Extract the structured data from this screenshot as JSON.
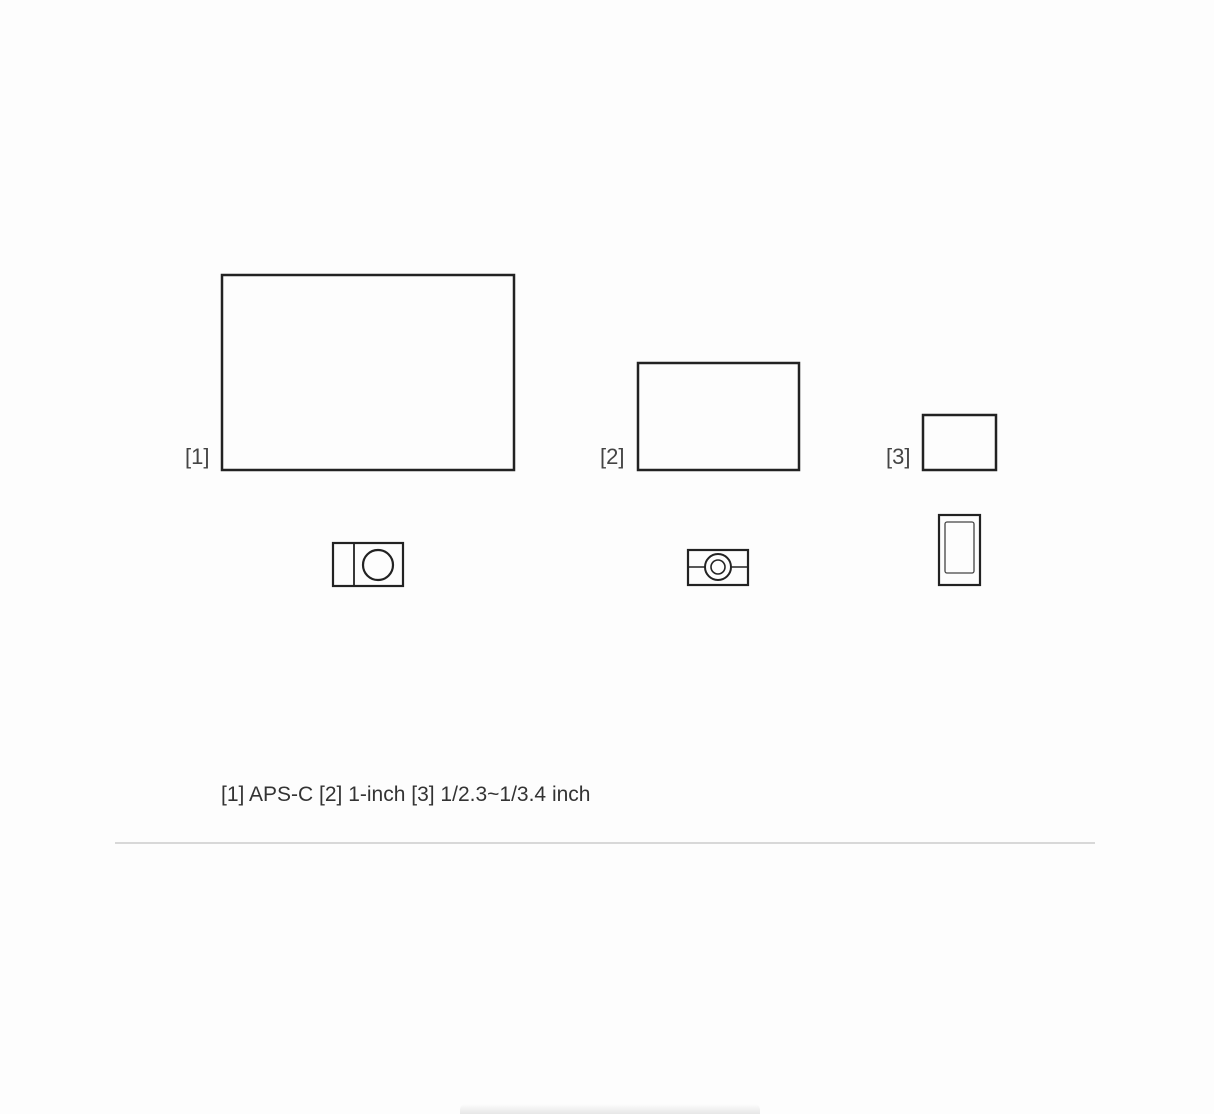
{
  "sensors": [
    {
      "label": "[1]",
      "name": "APS-C",
      "device": "mirrorless-camera-icon"
    },
    {
      "label": "[2]",
      "name": "1-inch",
      "device": "compact-camera-icon"
    },
    {
      "label": "[3]",
      "name": "1/2.3~1/3.4 inch",
      "device": "smartphone-icon"
    }
  ],
  "caption": "[1] APS-C [2] 1-inch [3] 1/2.3~1/3.4 inch",
  "colors": {
    "stroke": "#222222",
    "text": "#333333",
    "divider": "#d8d8d8",
    "background": "#fdfdfd"
  }
}
